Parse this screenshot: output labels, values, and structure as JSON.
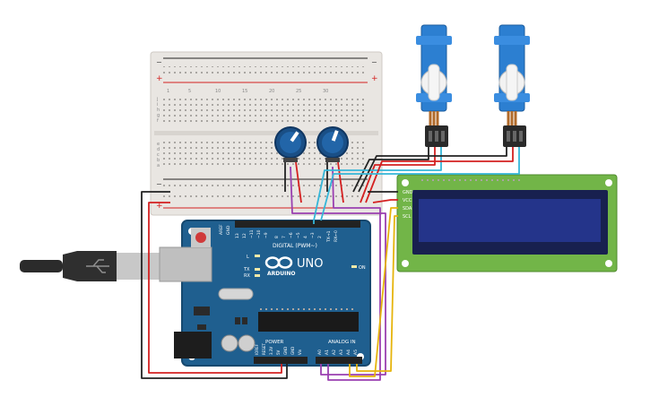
{
  "colors": {
    "board_blue": "#1f5f8f",
    "board_edge": "#17496f",
    "breadboard": "#e9e6e2",
    "lcd_green": "#72b548",
    "lcd_screen": "#20306c",
    "servo_blue": "#2c7fd1",
    "wire_red": "#d42020",
    "wire_black": "#222222",
    "wire_purple": "#9a3fb0",
    "wire_yellow": "#e6b40c",
    "wire_cyan": "#35b6d8",
    "wire_orange": "#e88a12"
  },
  "arduino": {
    "brand": "ARDUINO",
    "model": "UNO",
    "digital_label": "DIGITAL (PWM~)",
    "power_label": "POWER",
    "analog_label": "ANALOG IN",
    "on_label": "ON",
    "tx_label": "TX",
    "rx_label": "RX",
    "l_label": "L",
    "aref_label": "AREF",
    "gnd_label": "GND",
    "digital_pins": [
      "13",
      "12",
      "~11",
      "~10",
      "~9",
      "8",
      "7",
      "~6",
      "~5",
      "4",
      "~3",
      "2",
      "TX→1",
      "RX←0"
    ],
    "power_pins": [
      "IOREF",
      "RESET",
      "3.3V",
      "5V",
      "GND",
      "GND",
      "Vin"
    ],
    "analog_pins": [
      "A0",
      "A1",
      "A2",
      "A3",
      "A4",
      "A5"
    ]
  },
  "lcd": {
    "pins": [
      "GND",
      "VCC",
      "SDA",
      "SCL"
    ]
  },
  "breadboard": {
    "row_letters_top": [
      "j",
      "i",
      "h",
      "g",
      "f"
    ],
    "row_letters_bottom": [
      "e",
      "d",
      "c",
      "b",
      "a"
    ],
    "column_numbers": [
      "1",
      "5",
      "10",
      "15",
      "20",
      "25",
      "30"
    ],
    "plus": "+",
    "minus": "−"
  }
}
